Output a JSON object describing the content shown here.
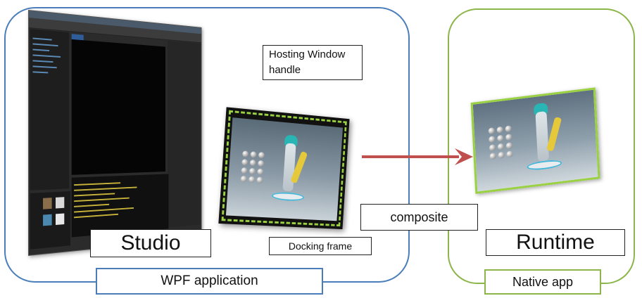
{
  "regions": {
    "wpf": {
      "label": "WPF application",
      "border_color": "#4a7ebb"
    },
    "native": {
      "label": "Native app",
      "border_color": "#8cb54a"
    }
  },
  "labels": {
    "studio": "Studio",
    "runtime": "Runtime",
    "hosting_line1": "Hosting Window",
    "hosting_line2": "handle",
    "docking": "Docking frame",
    "composite": "composite"
  },
  "colors": {
    "arrow": "#c0504d",
    "dock_dash": "#9ad142",
    "viewport": "#050505"
  },
  "icons": {
    "studio_screenshot": "studio-editor-screenshot",
    "docking_screenshot": "docking-frame-screenshot",
    "runtime_screenshot": "runtime-screenshot",
    "arrow": "right-arrow"
  }
}
